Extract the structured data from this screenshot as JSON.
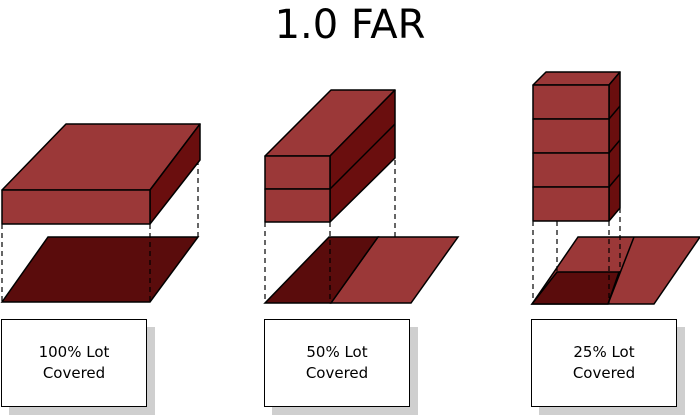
{
  "title": "1.0 FAR",
  "colors": {
    "front": "#9b3838",
    "top": "#9b3838",
    "side": "#6a0e0e",
    "covered": "#5a0c0c",
    "open": "#9b3838",
    "shadow": "#cfcfcf"
  },
  "panels": [
    {
      "label_line1": "100% Lot",
      "label_line2": "Covered",
      "lot_coverage_pct": 100,
      "floors": 1
    },
    {
      "label_line1": "50% Lot",
      "label_line2": "Covered",
      "lot_coverage_pct": 50,
      "floors": 2
    },
    {
      "label_line1": "25% Lot",
      "label_line2": "Covered",
      "lot_coverage_pct": 25,
      "floors": 4
    }
  ]
}
